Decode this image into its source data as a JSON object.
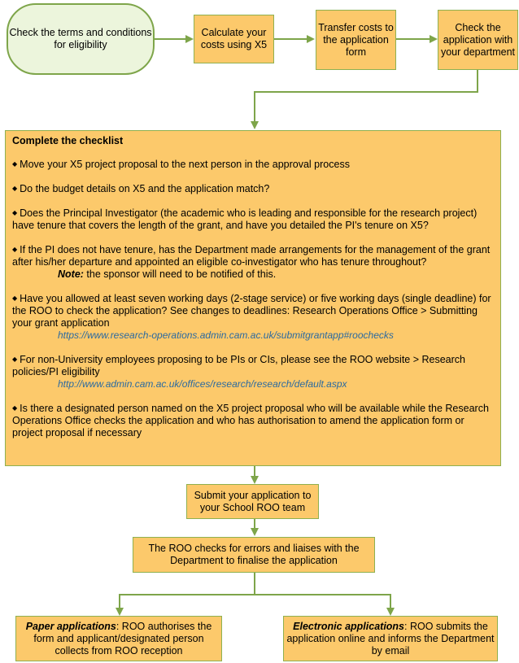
{
  "flow": {
    "start": "Check the terms and conditions for eligibility",
    "step2": "Calculate your costs using X5",
    "step3": "Transfer costs to the application form",
    "step4": "Check the application with your department"
  },
  "checklist": {
    "title": "Complete the checklist",
    "bullet": "◆",
    "item1": "Move your X5 project proposal to the next person in the approval process",
    "item2": "Do the budget details on X5 and the application match?",
    "item3": "Does the Principal Investigator (the academic who is leading and responsible for the research project) have tenure that covers the length of the grant, and have you detailed the PI's tenure on X5?",
    "item4": "If the PI does not have tenure, has the Department made arrangements for the management of the grant after his/her departure and appointed an eligible co-investigator who has tenure throughout?",
    "note_label": "Note:",
    "note_text": " the sponsor will need to be notified of this.",
    "item5": "Have you allowed at least seven working days (2-stage service) or five working days (single deadline) for the ROO to check the application? See changes to deadlines: Research Operations Office > Submitting your grant application",
    "url5": "https://www.research-operations.admin.cam.ac.uk/submitgrantapp#roochecks",
    "item6": "For non-University employees proposing to be PIs or CIs, please see the ROO website > Research policies/PI eligibility",
    "url6": "http://www.admin.cam.ac.uk/offices/research/research/default.aspx",
    "item7": "Is there a designated person named on the X5  project proposal who will be available while the Research Operations Office checks the application and who has authorisation to amend the application form or project proposal if necessary"
  },
  "submit": "Submit your application to your School ROO team",
  "roo_checks": "The ROO checks for errors and liaises with the Department to finalise the application",
  "paper": {
    "label": "Paper applications",
    "text": ": ROO authorises the form and applicant/designated person collects from ROO reception"
  },
  "electronic": {
    "label": "Electronic applications",
    "text": ": ROO submits the application online and informs the Department by email"
  },
  "colors": {
    "box_fill": "#fcc96b",
    "start_fill": "#ecf5dc",
    "border": "#8fb04f",
    "arrow": "#7ea54a",
    "url": "#2b6aa0"
  }
}
